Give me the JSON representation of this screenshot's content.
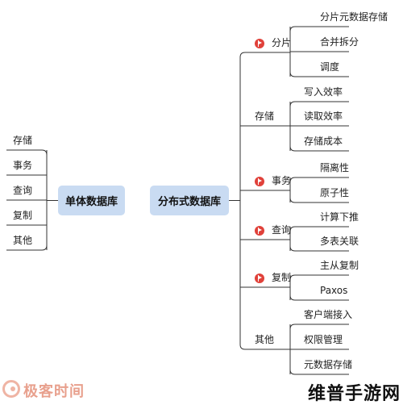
{
  "left_root": {
    "label": "单体数据库"
  },
  "left_items": [
    {
      "label": "存储"
    },
    {
      "label": "事务"
    },
    {
      "label": "查询"
    },
    {
      "label": "复制"
    },
    {
      "label": "其他"
    }
  ],
  "right_root": {
    "label": "分布式数据库"
  },
  "branches": [
    {
      "label": "分片",
      "flag": true,
      "children": [
        "分片元数据存储",
        "合并拆分",
        "调度"
      ]
    },
    {
      "label": "存储",
      "flag": false,
      "children": [
        "写入效率",
        "读取效率",
        "存储成本"
      ]
    },
    {
      "label": "事务",
      "flag": true,
      "children": [
        "隔离性",
        "原子性"
      ]
    },
    {
      "label": "查询",
      "flag": true,
      "children": [
        "计算下推",
        "多表关联"
      ]
    },
    {
      "label": "复制",
      "flag": true,
      "children": [
        "主从复制",
        "Paxos"
      ]
    },
    {
      "label": "其他",
      "flag": false,
      "children": [
        "客户端接入",
        "权限管理",
        "元数据存储"
      ]
    }
  ],
  "colors": {
    "node_fill": "#c9dbf2",
    "line": "#333333",
    "flag": "#e0413a",
    "logo": "#e8a08d"
  },
  "watermarks": {
    "logo_text": "极客时间",
    "site_text": "维普手游网"
  }
}
